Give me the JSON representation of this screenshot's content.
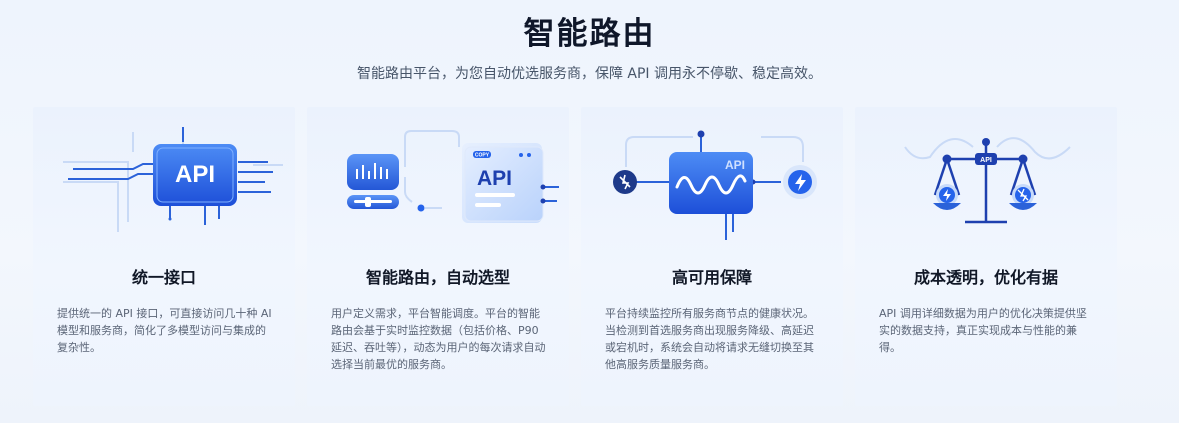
{
  "hero": {
    "title": "智能路由",
    "subtitle": "智能路由平台，为您自动优选服务商，保障 API 调用永不停歇、稳定高效。"
  },
  "cards": [
    {
      "title": "统一接口",
      "description": "提供统一的 API 接口，可直接访问几十种 AI 模型和服务商，简化了多模型访问与集成的复杂性。",
      "illustration_label": "API"
    },
    {
      "title": "智能路由，自动选型",
      "description": "用户定义需求，平台智能调度。平台的智能路由会基于实时监控数据（包括价格、P90 延迟、吞吐等），动态为用户的每次请求自动选择当前最优的服务商。",
      "illustration_label": "API",
      "illustration_badge": "COPY"
    },
    {
      "title": "高可用保障",
      "description": "平台持续监控所有服务商节点的健康状况。当检测到首选服务商出现服务降级、高延迟或宕机时，系统会自动将请求无缝切换至其他高服务质量服务商。",
      "illustration_label": "API"
    },
    {
      "title": "成本透明，优化有据",
      "description": "API 调用详细数据为用户的优化决策提供坚实的数据支持，真正实现成本与性能的兼得。",
      "illustration_label": "API"
    }
  ],
  "colors": {
    "accent": "#2563eb",
    "accent_dark": "#1e40af",
    "card_bg": "#edf3fd"
  },
  "icons": [
    "chip-icon",
    "dashboard-icon",
    "wave-monitor-icon",
    "balance-scale-icon",
    "no-signal-icon",
    "lightning-icon"
  ]
}
